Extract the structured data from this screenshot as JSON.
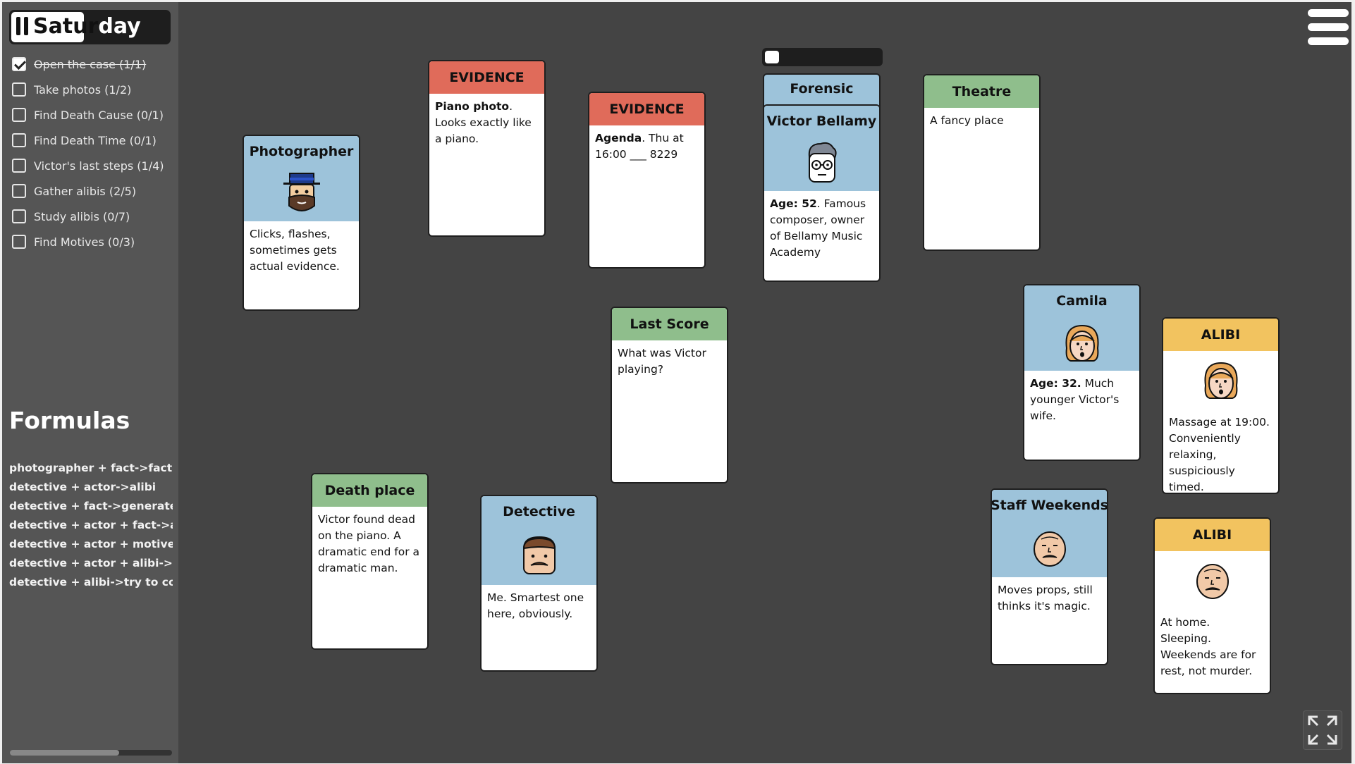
{
  "day": {
    "label_prefix": "Satur",
    "label_suffix": "day",
    "progress": 0.46
  },
  "tasks": [
    {
      "label": "Open the case (1/1)",
      "done": true
    },
    {
      "label": "Take photos (1/2)",
      "done": false
    },
    {
      "label": "Find Death Cause (0/1)",
      "done": false
    },
    {
      "label": "Find Death Time (0/1)",
      "done": false
    },
    {
      "label": "Victor's last steps (1/4)",
      "done": false
    },
    {
      "label": "Gather alibis (2/5)",
      "done": false
    },
    {
      "label": "Study alibis (0/7)",
      "done": false
    },
    {
      "label": "Find Motives (0/3)",
      "done": false
    }
  ],
  "formulas_title": "Formulas",
  "formulas": [
    "photographer + fact->fact ph",
    "detective + actor->alibi",
    "detective + fact->generate qu",
    "detective + actor + fact->ansv",
    "detective + actor + motive->c",
    "detective + actor + alibi->try t",
    "detective + alibi->try to confi"
  ],
  "timer_progress": 0.12,
  "cards": {
    "photographer": {
      "title": "Photographer",
      "body": "Clicks, flashes, sometimes gets actual evidence.",
      "icon": "photographer-icon"
    },
    "evidence_piano": {
      "title": "EVIDENCE",
      "bold": "Piano photo",
      "body": ". Looks exactly like a piano."
    },
    "evidence_agenda": {
      "title": "EVIDENCE",
      "bold": "Agenda",
      "body": ". Thu at 16:00 ___ 8229"
    },
    "forensic": {
      "title": "Forensic"
    },
    "victor": {
      "title": "Victor Bellamy",
      "bold": "Age: 52",
      "body": ". Famous composer, owner of Bellamy Music Academy",
      "icon": "victor-icon"
    },
    "theatre": {
      "title": "Theatre",
      "body": "A fancy place"
    },
    "camila": {
      "title": "Camila",
      "bold": "Age: 32.",
      "body": " Much younger Victor's wife.",
      "icon": "camila-icon"
    },
    "alibi_camila": {
      "title": "ALIBI",
      "body": "Massage at 19:00. Conveniently relaxing, suspiciously timed.",
      "icon": "camila-icon"
    },
    "last_score": {
      "title": "Last Score",
      "body": "What was Victor playing?"
    },
    "death_place": {
      "title": "Death place",
      "body": "Victor found dead on the piano. A dramatic end for a dramatic man."
    },
    "detective": {
      "title": "Detective",
      "body": "Me. Smartest one here, obviously.",
      "icon": "detective-icon"
    },
    "staff": {
      "title": "Staff Weekends",
      "body": "Moves props, still thinks it's magic.",
      "icon": "staff-icon"
    },
    "alibi_staff": {
      "title": "ALIBI",
      "body": "At home. Sleeping. Weekends are for rest, not murder.",
      "icon": "staff-icon"
    }
  },
  "colors": {
    "board": "#444444",
    "sidebar": "#555555",
    "actor": "#9dc3da",
    "place": "#8fbe8c",
    "evidence": "#e06b5a",
    "alibi": "#f2c35f"
  }
}
